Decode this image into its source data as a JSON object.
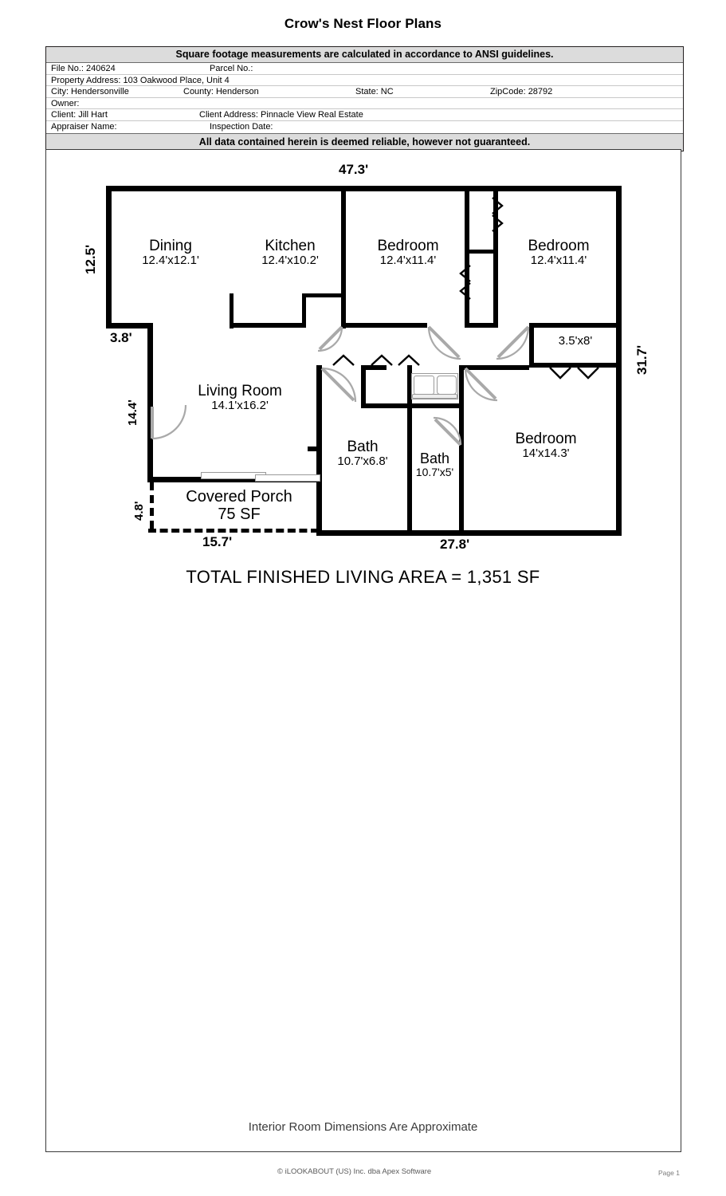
{
  "document": {
    "title": "Crow's Nest Floor Plans",
    "footer_note": "Interior Room Dimensions Are Approximate",
    "copyright": "© iLOOKABOUT (US) Inc. dba Apex Software",
    "page_label": "Page 1"
  },
  "info_table": {
    "top_banner": "Square footage measurements are calculated in accordance to ANSI guidelines.",
    "bottom_banner": "All data contained herein is deemed reliable, however not guaranteed.",
    "rows": [
      {
        "file_no_label": "File No.: 240624",
        "parcel_no_label": "Parcel No.:"
      },
      {
        "property_address_label": "Property Address: 103 Oakwood Place, Unit 4"
      },
      {
        "city_label": "City: Hendersonville",
        "county_label": "County: Henderson",
        "state_label": "State: NC",
        "zip_label": "ZipCode: 28792"
      },
      {
        "owner_label": "Owner:"
      },
      {
        "client_label": "Client: Jill Hart",
        "client_address_label": "Client Address: Pinnacle View Real Estate"
      },
      {
        "appraiser_label": "Appraiser Name:",
        "inspection_date_label": "Inspection Date:"
      }
    ]
  },
  "floor_plan": {
    "total_area_label": "TOTAL FINISHED LIVING AREA = 1,351 SF",
    "rooms": [
      {
        "name": "Dining",
        "dimensions": "12.4'x12.1'"
      },
      {
        "name": "Kitchen",
        "dimensions": "12.4'x10.2'"
      },
      {
        "name": "Bedroom",
        "dimensions": "12.4'x11.4'"
      },
      {
        "name": "Bedroom",
        "dimensions": "12.4'x11.4'"
      },
      {
        "name": "Living Room",
        "dimensions": "14.1'x16.2'"
      },
      {
        "name": "Bath",
        "dimensions": "10.7'x6.8'"
      },
      {
        "name": "Bath",
        "dimensions": "10.7'x5'"
      },
      {
        "name": "Bedroom",
        "dimensions": "14'x14.3'"
      },
      {
        "name": "Covered Porch",
        "dimensions": "75 SF"
      },
      {
        "name": "",
        "dimensions": "3.5'x8'"
      }
    ],
    "dimensions": {
      "top": "47.3'",
      "left_upper": "12.5'",
      "left_jog": "3.8'",
      "left_middle": "14.4'",
      "left_porch": "4.8'",
      "bottom_porch": "15.7'",
      "bottom_main": "27.8'",
      "right": "31.7'"
    }
  }
}
